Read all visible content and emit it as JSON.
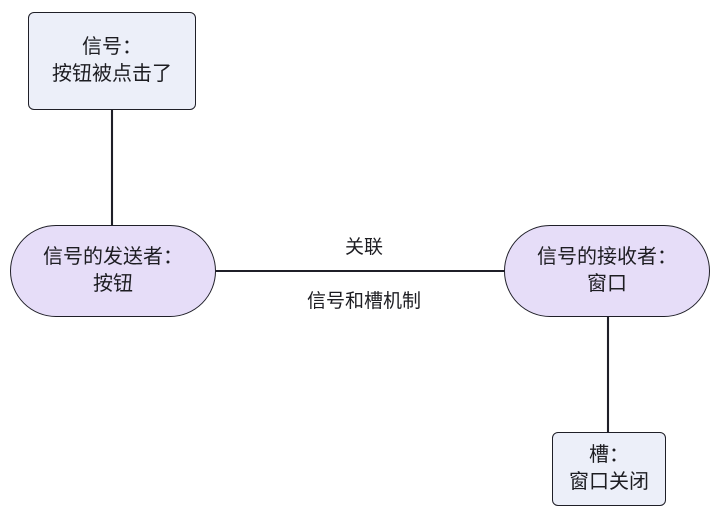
{
  "diagram": {
    "type": "flowchart",
    "orientation": "left-to-right",
    "background_color": "#ffffff",
    "nodes": [
      {
        "id": "signal",
        "shape": "rectangle",
        "fill": "#eceff9",
        "stroke": "#1f1f28",
        "line1": "信号：",
        "line2": "按钮被点击了"
      },
      {
        "id": "sender",
        "shape": "stadium",
        "fill": "#e6ddf8",
        "stroke": "#1f1f28",
        "line1": "信号的发送者：",
        "line2": "按钮"
      },
      {
        "id": "receiver",
        "shape": "stadium",
        "fill": "#e6ddf8",
        "stroke": "#1f1f28",
        "line1": "信号的接收者：",
        "line2": "窗口"
      },
      {
        "id": "slot",
        "shape": "rectangle",
        "fill": "#eceff9",
        "stroke": "#1f1f28",
        "line1": "槽：",
        "line2": "窗口关闭"
      }
    ],
    "edges": [
      {
        "id": "signal-to-sender",
        "from": "signal",
        "to": "sender",
        "label": "",
        "style": "solid"
      },
      {
        "id": "sender-to-receiver",
        "from": "sender",
        "to": "receiver",
        "label_above": "关联",
        "label_below": "信号和槽机制",
        "style": "solid"
      },
      {
        "id": "receiver-to-slot",
        "from": "receiver",
        "to": "slot",
        "label": "",
        "style": "solid"
      }
    ],
    "edge_stroke": "#1f1f28"
  }
}
